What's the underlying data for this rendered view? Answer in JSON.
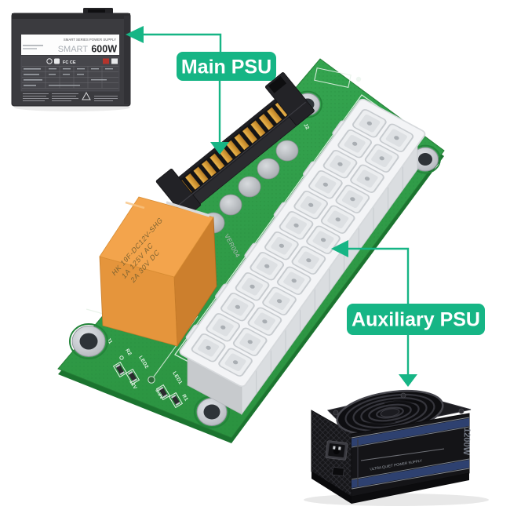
{
  "colors": {
    "accent": "#16b585",
    "pcb_green": "#2f9e45",
    "relay_orange": "#f3a44c",
    "psu_black": "#1b1b1e",
    "stripe_blue": "#2e4170"
  },
  "callouts": {
    "main": "Main PSU",
    "auxiliary": "Auxiliary PSU"
  },
  "psu600": {
    "series_label": "SMART SERIES POWER SUPPLY",
    "brand": "SMART",
    "wattage": "600W",
    "cert_marks": "FC CE"
  },
  "psu1200": {
    "wattage": "1200W",
    "tagline": "ULTRA QUIET POWER SUPPLY"
  },
  "board": {
    "relay": {
      "line1": "HK 19F-DC12V-SHG",
      "line2": "1A  125V  AC",
      "line3": "2A  30V  DC"
    },
    "silkscreen": {
      "version": "VER004",
      "j1": "J1",
      "j2": "J2",
      "r1": "R1",
      "r2": "R2",
      "led1": "LED1",
      "led2": "LED2",
      "v12": "12V",
      "v33": "3.3V"
    }
  }
}
